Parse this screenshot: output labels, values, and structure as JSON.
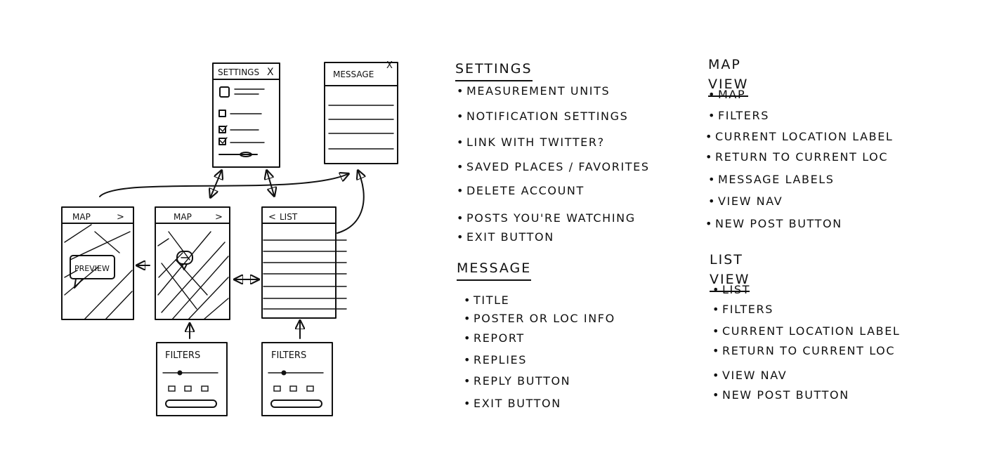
{
  "wireframes": {
    "settings": {
      "title": "SETTINGS",
      "close_glyph": "X"
    },
    "message": {
      "title": "MESSAGE",
      "close_glyph": "X"
    },
    "map_preview": {
      "title": "MAP",
      "nav_glyph": ">",
      "bubble": "PREVIEW"
    },
    "map": {
      "title": "MAP",
      "nav_glyph": ">"
    },
    "list": {
      "title": "LIST",
      "nav_glyph": "<"
    },
    "filters_left": {
      "title": "FILTERS"
    },
    "filters_right": {
      "title": "FILTERS"
    }
  },
  "notes": {
    "settings": {
      "heading": "SETTINGS",
      "items": [
        "MEASUREMENT UNITS",
        "NOTIFICATION SETTINGS",
        "LINK WITH TWITTER?",
        "SAVED PLACES / FAVORITES",
        "DELETE ACCOUNT",
        "POSTS YOU'RE WATCHING",
        "EXIT BUTTON"
      ]
    },
    "message": {
      "heading": "MESSAGE",
      "items": [
        "TITLE",
        "POSTER OR LOC INFO",
        "REPORT",
        "REPLIES",
        "REPLY BUTTON",
        "EXIT BUTTON"
      ]
    },
    "map_view": {
      "heading": "MAP VIEW",
      "items": [
        "MAP",
        "FILTERS",
        "CURRENT LOCATION LABEL",
        "RETURN TO CURRENT LOC",
        "MESSAGE LABELS",
        "VIEW NAV",
        "NEW POST BUTTON"
      ]
    },
    "list_view": {
      "heading": "LIST VIEW",
      "items": [
        "LIST",
        "FILTERS",
        "CURRENT LOCATION LABEL",
        "RETURN TO CURRENT LOC",
        "VIEW NAV",
        "NEW POST BUTTON"
      ]
    }
  }
}
